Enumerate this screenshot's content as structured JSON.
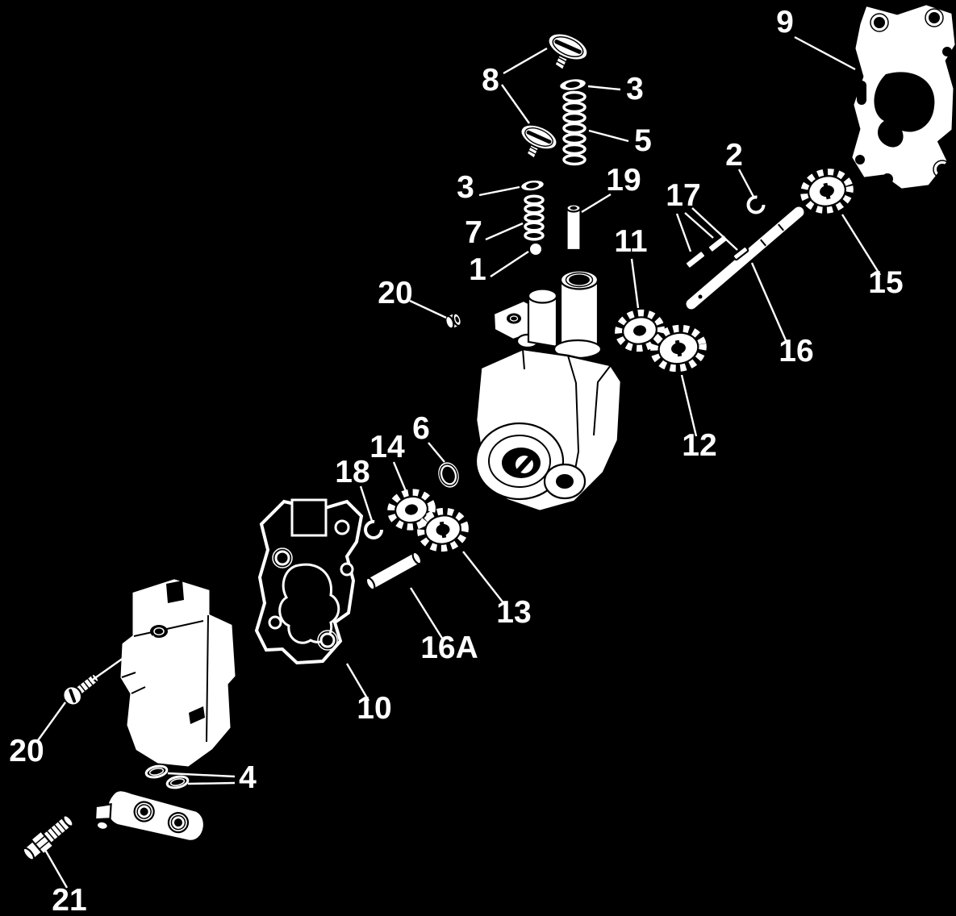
{
  "diagram": {
    "kind": "exploded-parts-diagram",
    "background_color": "#000000",
    "ink_color": "#ffffff",
    "callouts": [
      {
        "label": "8"
      },
      {
        "label": "3"
      },
      {
        "label": "5"
      },
      {
        "label": "9"
      },
      {
        "label": "2"
      },
      {
        "label": "19"
      },
      {
        "label": "17"
      },
      {
        "label": "3"
      },
      {
        "label": "7"
      },
      {
        "label": "1"
      },
      {
        "label": "20"
      },
      {
        "label": "11"
      },
      {
        "label": "15"
      },
      {
        "label": "16"
      },
      {
        "label": "12"
      },
      {
        "label": "6"
      },
      {
        "label": "14"
      },
      {
        "label": "18"
      },
      {
        "label": "13"
      },
      {
        "label": "16A"
      },
      {
        "label": "10"
      },
      {
        "label": "20"
      },
      {
        "label": "4"
      },
      {
        "label": "21"
      }
    ]
  }
}
